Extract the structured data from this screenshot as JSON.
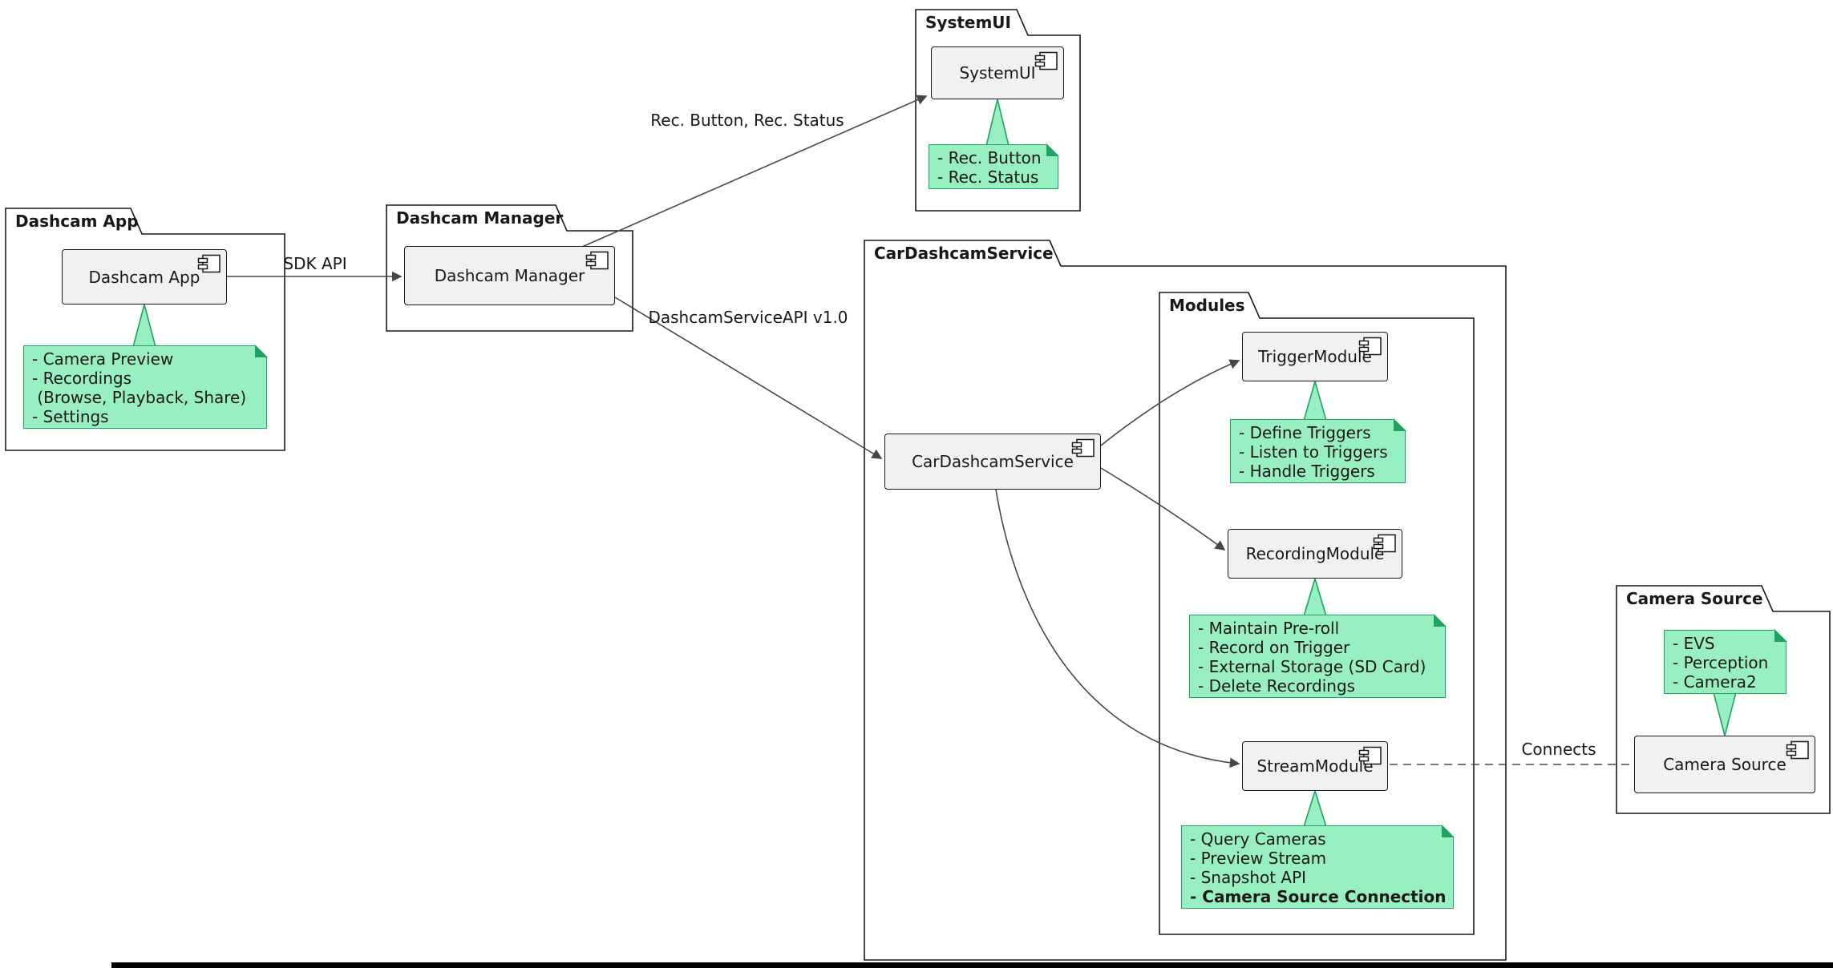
{
  "packages": {
    "dashcam_app": {
      "title": "Dashcam App"
    },
    "dashcam_manager": {
      "title": "Dashcam Manager"
    },
    "systemui": {
      "title": "SystemUI"
    },
    "cardashcamservice": {
      "title": "CarDashcamService"
    },
    "modules": {
      "title": "Modules"
    },
    "camera_source": {
      "title": "Camera Source"
    }
  },
  "components": {
    "dashcam_app": {
      "label": "Dashcam App"
    },
    "dashcam_manager": {
      "label": "Dashcam Manager"
    },
    "systemui": {
      "label": "SystemUI"
    },
    "cardashcamservice": {
      "label": "CarDashcamService"
    },
    "trigger_module": {
      "label": "TriggerModule"
    },
    "recording_module": {
      "label": "RecordingModule"
    },
    "stream_module": {
      "label": "StreamModule"
    },
    "camera_source": {
      "label": "Camera Source"
    }
  },
  "notes": {
    "dashcam_app": {
      "lines": [
        "- Camera Preview",
        "- Recordings",
        " (Browse, Playback, Share)",
        "- Settings"
      ]
    },
    "systemui": {
      "lines": [
        "- Rec. Button",
        "- Rec. Status"
      ]
    },
    "trigger_module": {
      "lines": [
        "- Define Triggers",
        "- Listen to Triggers",
        "- Handle Triggers"
      ]
    },
    "recording_module": {
      "lines": [
        "- Maintain Pre-roll",
        "- Record on Trigger",
        "- External Storage (SD Card)",
        "- Delete Recordings"
      ]
    },
    "stream_module": {
      "lines": [
        "- Query Cameras",
        "- Preview Stream",
        "- Snapshot API",
        "- Camera Source Connection"
      ]
    },
    "camera_source": {
      "lines": [
        "- EVS",
        "- Perception",
        "- Camera2"
      ]
    }
  },
  "edges": {
    "sdk_api": {
      "label": "SDK API"
    },
    "rec_button_status": {
      "label": "Rec. Button, Rec. Status"
    },
    "dashcam_service_api": {
      "label": "DashcamServiceAPI v1.0"
    },
    "connects": {
      "label": "Connects"
    }
  },
  "colors": {
    "note_fill": "#98EFC1",
    "note_border": "#1FA45F",
    "component_fill": "#F1F1F1",
    "border": "#181818",
    "line": "#484848"
  }
}
